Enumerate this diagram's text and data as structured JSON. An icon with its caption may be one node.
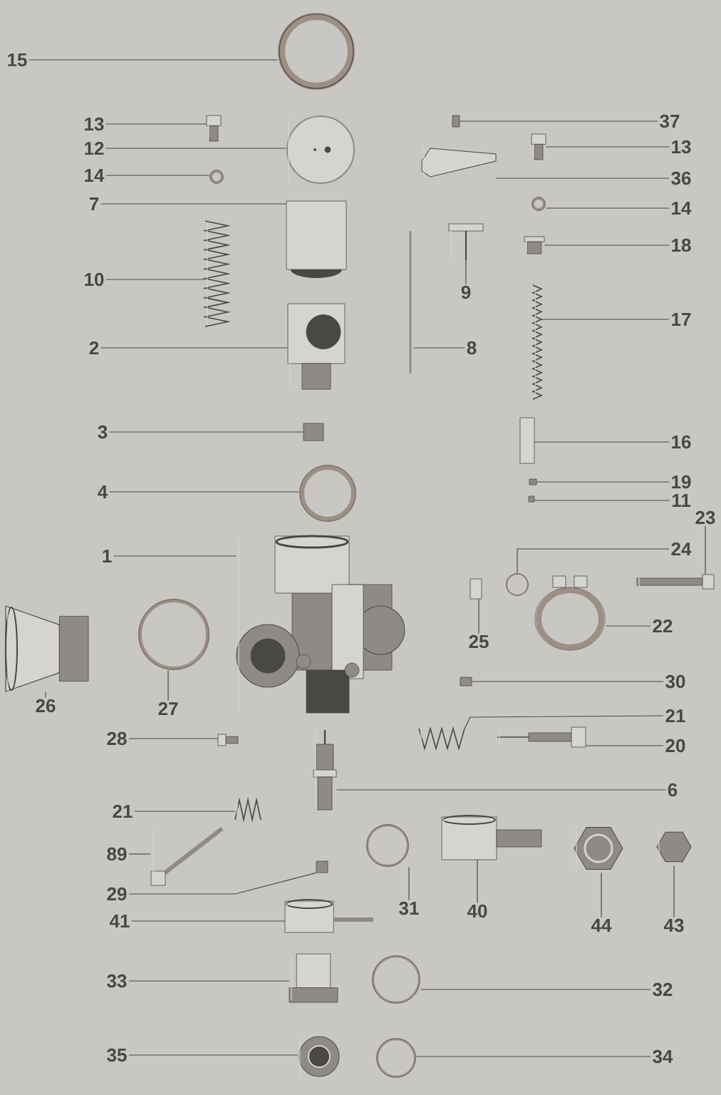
{
  "diagram": {
    "nodes": [
      {
        "text": [
          "15"
        ]
      },
      {
        "text": [],
        "shape": "picture"
      },
      {
        "text": [
          "13"
        ]
      },
      {
        "text": [],
        "shape": "picture"
      },
      {
        "text": [
          "12"
        ]
      },
      {
        "text": [],
        "shape": "picture"
      },
      {
        "text": [
          "14"
        ]
      },
      {
        "text": [],
        "shape": "circle"
      },
      {
        "text": [
          "7"
        ]
      },
      {
        "text": [],
        "shape": "box"
      },
      {
        "text": [
          "10"
        ]
      },
      {
        "text": [],
        "shape": "picture"
      },
      {
        "text": [
          "2"
        ]
      },
      {
        "text": [],
        "shape": "picture"
      },
      {
        "text": [
          "3"
        ]
      },
      {
        "text": [],
        "shape": "box"
      },
      {
        "text": [
          "4"
        ]
      },
      {
        "text": [],
        "shape": "circle"
      },
      {
        "text": [
          "1"
        ]
      },
      {
        "text": [],
        "shape": "picture"
      },
      {
        "text": [
          "26"
        ]
      },
      {
        "text": [],
        "shape": "picture"
      },
      {
        "text": [
          "27"
        ]
      },
      {
        "text": [],
        "shape": "circle"
      },
      {
        "text": [
          "28"
        ]
      },
      {
        "text": [],
        "shape": "picture"
      },
      {
        "text": [
          "37"
        ]
      },
      {
        "text": [],
        "shape": "box"
      },
      {
        "text": [
          "13"
        ]
      },
      {
        "text": [],
        "shape": "picture"
      },
      {
        "text": [
          "36"
        ]
      },
      {
        "text": [],
        "shape": "picture"
      },
      {
        "text": [
          "14"
        ]
      },
      {
        "text": [],
        "shape": "circle"
      },
      {
        "text": [
          "18"
        ]
      },
      {
        "text": [],
        "shape": "picture"
      },
      {
        "text": [
          "9"
        ]
      },
      {
        "text": [],
        "shape": "picture"
      },
      {
        "text": [
          "17"
        ]
      },
      {
        "text": [],
        "shape": "picture"
      },
      {
        "text": [
          "8"
        ]
      },
      {
        "text": [],
        "shape": "picture"
      },
      {
        "text": [
          "16"
        ]
      },
      {
        "text": [],
        "shape": "box"
      },
      {
        "text": [
          "19"
        ]
      },
      {
        "text": [],
        "shape": "box"
      },
      {
        "text": [
          "11"
        ]
      },
      {
        "text": [],
        "shape": "box"
      },
      {
        "text": [
          "23"
        ]
      },
      {
        "text": [],
        "shape": "picture"
      },
      {
        "text": [
          "24"
        ]
      },
      {
        "text": [],
        "shape": "circle"
      },
      {
        "text": [
          "22"
        ]
      },
      {
        "text": [],
        "shape": "circle"
      },
      {
        "text": [
          "25"
        ]
      },
      {
        "text": [],
        "shape": "box"
      },
      {
        "text": [
          "30"
        ]
      },
      {
        "text": [],
        "shape": "box"
      },
      {
        "text": [
          "21"
        ]
      },
      {
        "text": [],
        "shape": "picture"
      },
      {
        "text": [
          "20"
        ]
      },
      {
        "text": [],
        "shape": "picture"
      },
      {
        "text": [
          "6"
        ]
      },
      {
        "text": [],
        "shape": "picture"
      },
      {
        "text": [
          "21"
        ]
      },
      {
        "text": [],
        "shape": "picture"
      },
      {
        "text": [
          "89"
        ]
      },
      {
        "text": [],
        "shape": "picture"
      },
      {
        "text": [
          "29"
        ]
      },
      {
        "text": [],
        "shape": "box"
      },
      {
        "text": [
          "41"
        ]
      },
      {
        "text": [],
        "shape": "picture"
      },
      {
        "text": [
          "31"
        ]
      },
      {
        "text": [],
        "shape": "circle"
      },
      {
        "text": [
          "40"
        ]
      },
      {
        "text": [],
        "shape": "picture"
      },
      {
        "text": [
          "44"
        ]
      },
      {
        "text": [],
        "shape": "picture"
      },
      {
        "text": [
          "43"
        ]
      },
      {
        "text": [],
        "shape": "picture"
      },
      {
        "text": [
          "33"
        ]
      },
      {
        "text": [],
        "shape": "picture"
      },
      {
        "text": [
          "32"
        ]
      },
      {
        "text": [],
        "shape": "circle"
      },
      {
        "text": [
          "35"
        ]
      },
      {
        "text": [],
        "shape": "picture"
      },
      {
        "text": [
          "34"
        ]
      },
      {
        "text": [],
        "shape": "circle"
      }
    ],
    "edges": [
      {
        "from": 0,
        "to": 1,
        "arrow": "none"
      },
      {
        "from": 2,
        "to": 3,
        "arrow": "none"
      },
      {
        "from": 4,
        "to": 5,
        "arrow": "none"
      },
      {
        "from": 6,
        "to": 7,
        "arrow": "none"
      },
      {
        "from": 8,
        "to": 9,
        "arrow": "none"
      },
      {
        "from": 10,
        "to": 11,
        "arrow": "none"
      },
      {
        "from": 12,
        "to": 13,
        "arrow": "none"
      },
      {
        "from": 14,
        "to": 15,
        "arrow": "none"
      },
      {
        "from": 16,
        "to": 17,
        "arrow": "none"
      },
      {
        "from": 18,
        "to": 19,
        "arrow": "none"
      },
      {
        "from": 20,
        "to": 21,
        "arrow": "none"
      },
      {
        "from": 22,
        "to": 23,
        "arrow": "none"
      },
      {
        "from": 24,
        "to": 25,
        "arrow": "none"
      },
      {
        "from": 26,
        "to": 27,
        "arrow": "none"
      },
      {
        "from": 28,
        "to": 29,
        "arrow": "none"
      },
      {
        "from": 30,
        "to": 31,
        "arrow": "none"
      },
      {
        "from": 32,
        "to": 33,
        "arrow": "none"
      },
      {
        "from": 34,
        "to": 35,
        "arrow": "none"
      },
      {
        "from": 36,
        "to": 37,
        "arrow": "none"
      },
      {
        "from": 38,
        "to": 39,
        "arrow": "none"
      },
      {
        "from": 40,
        "to": 41,
        "arrow": "none"
      },
      {
        "from": 42,
        "to": 43,
        "arrow": "none"
      },
      {
        "from": 44,
        "to": 45,
        "arrow": "none"
      },
      {
        "from": 46,
        "to": 47,
        "arrow": "none"
      },
      {
        "from": 48,
        "to": 49,
        "arrow": "none"
      },
      {
        "from": 50,
        "to": 51,
        "arrow": "none"
      },
      {
        "from": 52,
        "to": 53,
        "arrow": "none"
      },
      {
        "from": 54,
        "to": 55,
        "arrow": "none"
      },
      {
        "from": 56,
        "to": 57,
        "arrow": "none"
      },
      {
        "from": 58,
        "to": 59,
        "arrow": "none"
      },
      {
        "from": 60,
        "to": 61,
        "arrow": "none"
      },
      {
        "from": 62,
        "to": 63,
        "arrow": "none"
      },
      {
        "from": 64,
        "to": 65,
        "arrow": "none"
      },
      {
        "from": 66,
        "to": 67,
        "arrow": "none"
      },
      {
        "from": 68,
        "to": 69,
        "arrow": "none"
      },
      {
        "from": 70,
        "to": 71,
        "arrow": "none"
      },
      {
        "from": 72,
        "to": 73,
        "arrow": "none"
      },
      {
        "from": 74,
        "to": 75,
        "arrow": "none"
      },
      {
        "from": 76,
        "to": 77,
        "arrow": "none"
      },
      {
        "from": 78,
        "to": 79,
        "arrow": "none"
      },
      {
        "from": 80,
        "to": 81,
        "arrow": "none"
      },
      {
        "from": 82,
        "to": 83,
        "arrow": "none"
      },
      {
        "from": 84,
        "to": 85,
        "arrow": "none"
      },
      {
        "from": 86,
        "to": 87,
        "arrow": "none"
      }
    ]
  }
}
